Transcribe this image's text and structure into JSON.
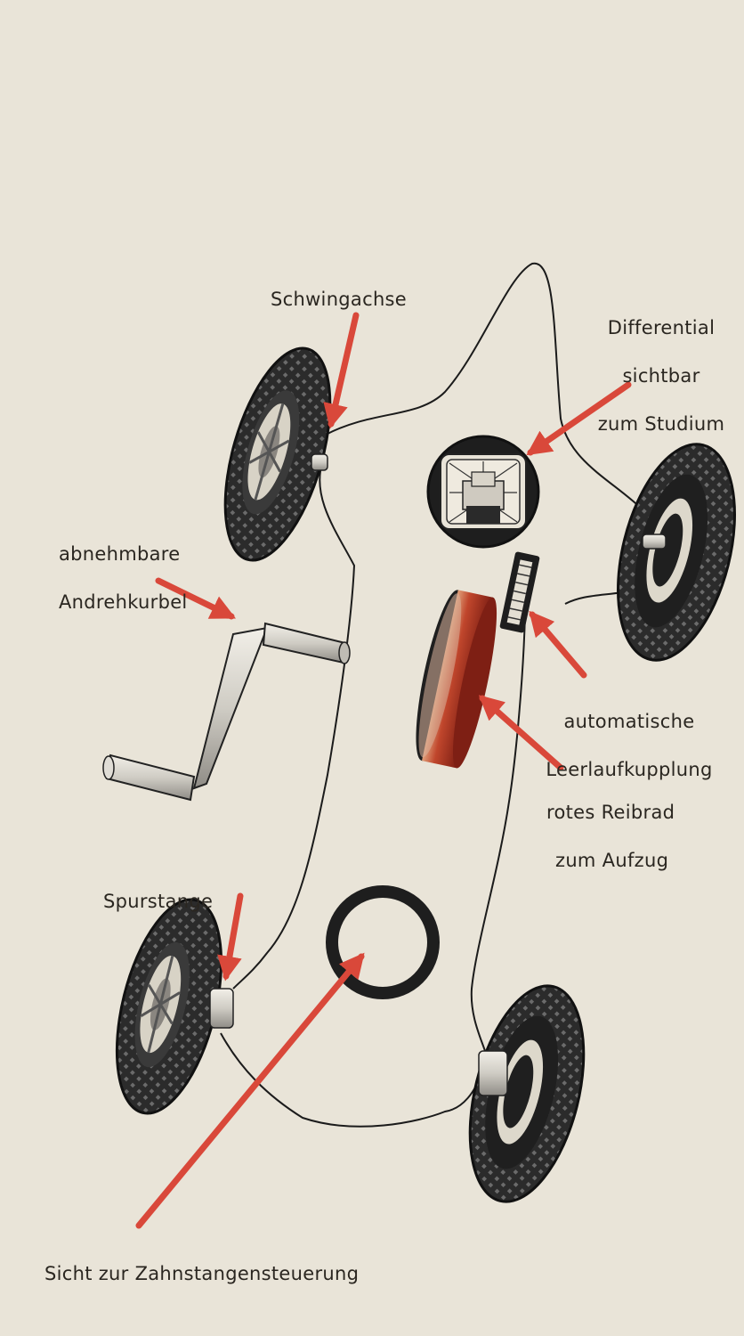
{
  "colors": {
    "background": "#e9e4d8",
    "arrow": "#d9483a",
    "outline": "#1b1b1b",
    "tire": "#2b2b2b",
    "friction_wheel": "#b8321f",
    "crank_metal": "#d7d4cc"
  },
  "labels": {
    "schwingachse": "Schwingachse",
    "differential": [
      "Differential",
      "sichtbar",
      "zum Studium"
    ],
    "andrehkurbel": [
      "abnehmbare",
      "Andrehkurbel"
    ],
    "leerlauf": [
      "automatische",
      "Leerlaufkupplung"
    ],
    "reibrad": [
      "rotes Reibrad",
      "zum Aufzug"
    ],
    "spurstange": "Spurstange",
    "zahnstange": "Sicht zur Zahnstangensteuerung"
  },
  "parts": {
    "wheels": [
      "front-left-wheel",
      "front-right-wheel",
      "rear-left-wheel",
      "rear-right-wheel"
    ],
    "components": [
      "differential",
      "crank-handle",
      "idle-clutch",
      "friction-wheel",
      "steering-ring"
    ]
  }
}
